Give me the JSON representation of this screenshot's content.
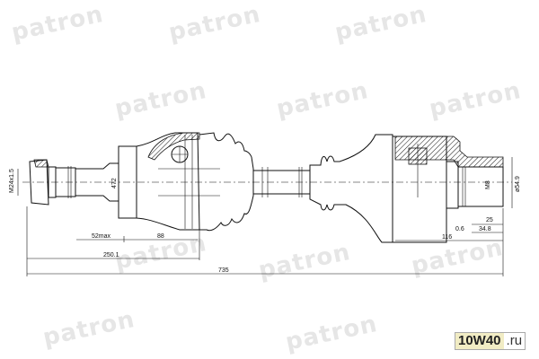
{
  "watermark": "patron",
  "dimensions": {
    "thread": "M24x1.5",
    "spline_dia": "472",
    "max_len": "52max",
    "joint_len": "88",
    "inner_len": "250.1",
    "total_len": "735",
    "right_thread": "M8",
    "outer_dia": "ø54.9",
    "stub_len": "25",
    "gap": "0.6",
    "shoulder_len": "34.8",
    "outer_len": "116"
  },
  "badge": {
    "brand": "10W40",
    "tld": ".ru"
  }
}
